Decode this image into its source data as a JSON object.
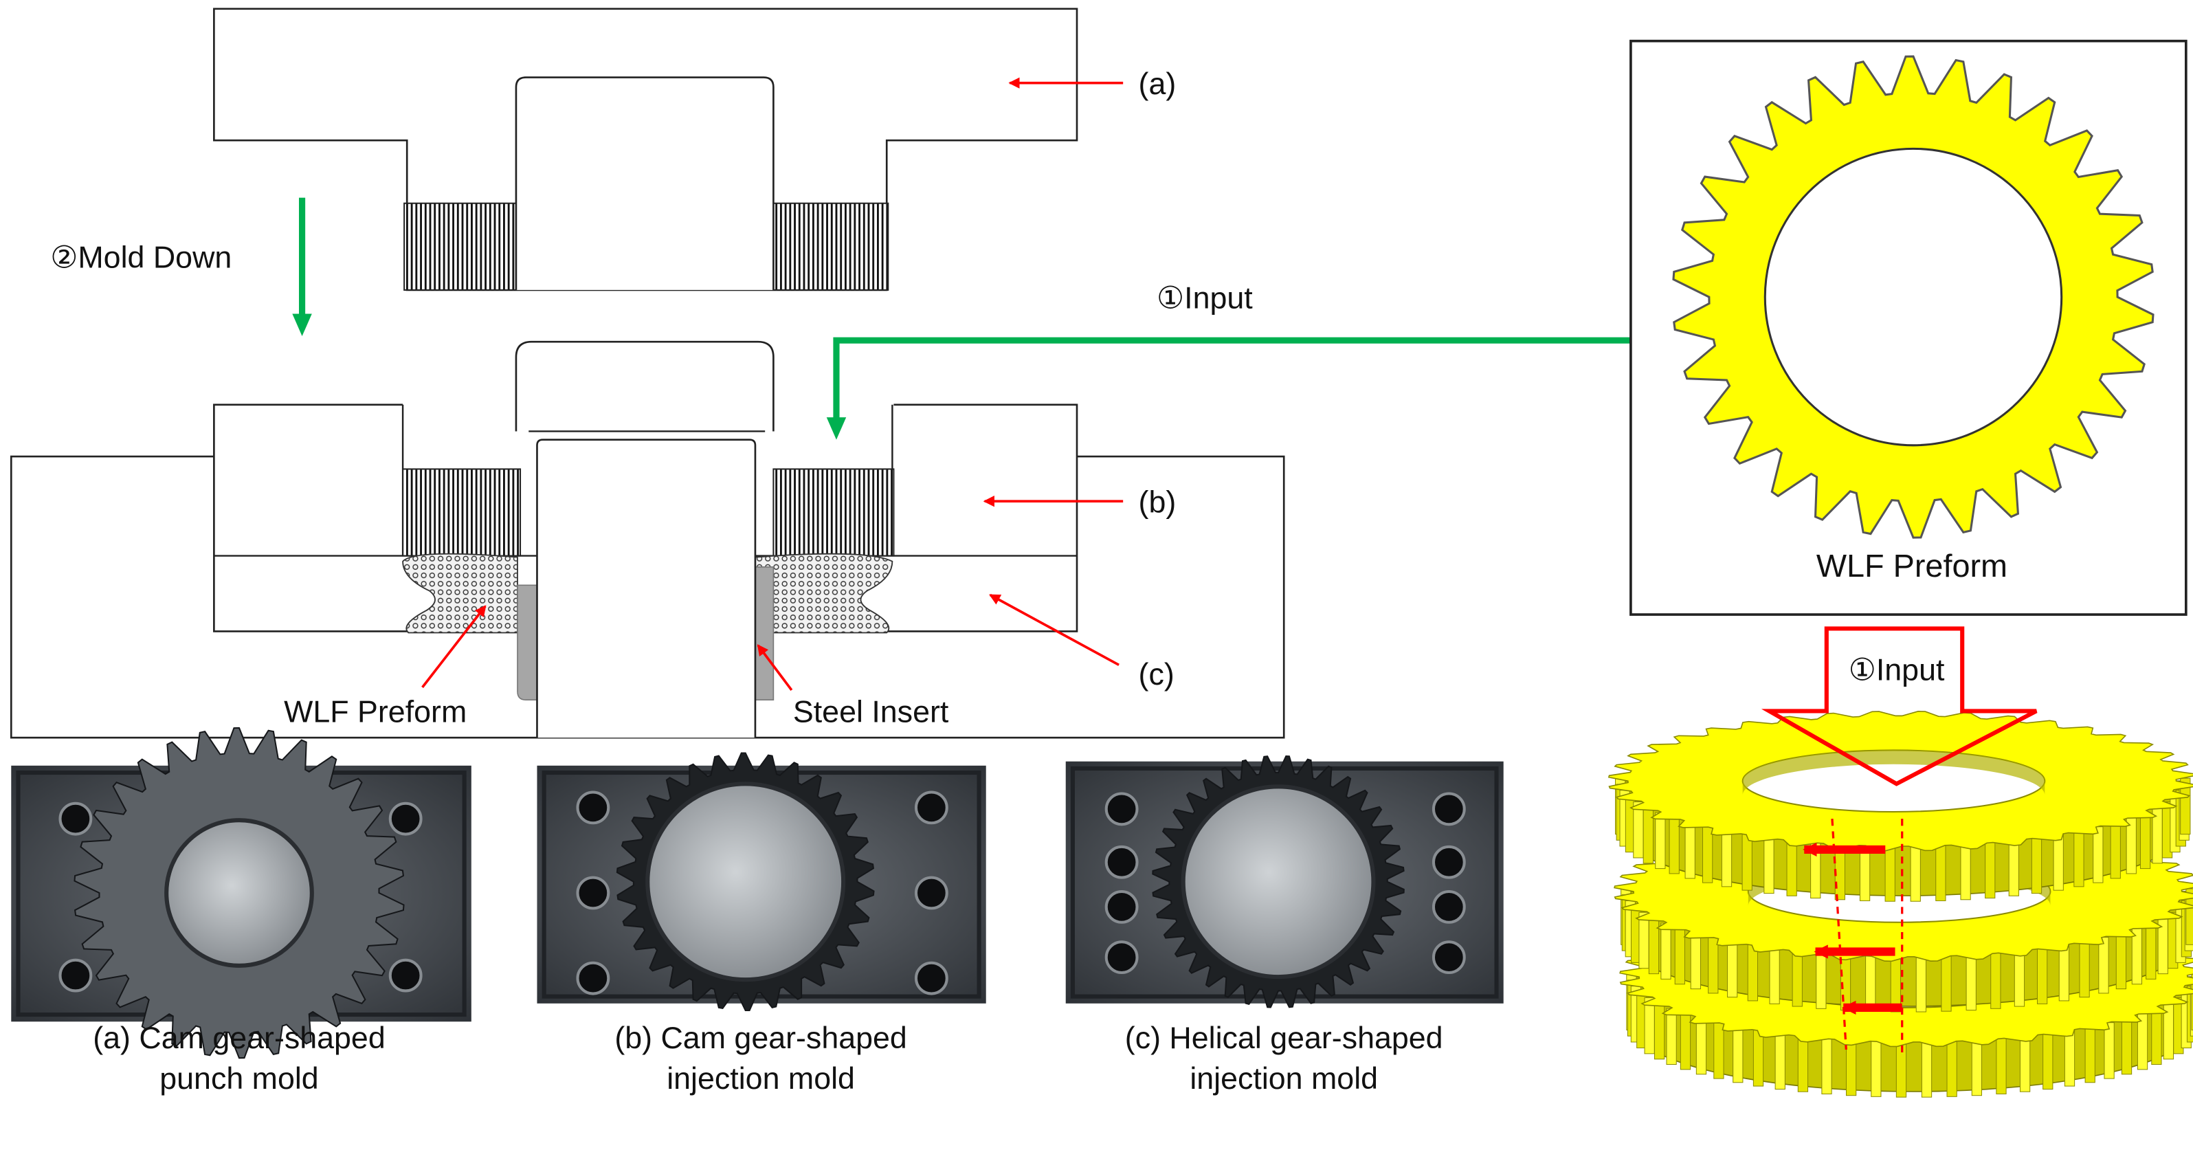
{
  "labels": {
    "part_a": "(a)",
    "part_b": "(b)",
    "part_c": "(c)",
    "mold_down": "②Mold Down",
    "input_top": "①Input",
    "input_3d": "①Input",
    "wlf_preform_section": "WLF Preform",
    "steel_insert": "Steel Insert",
    "wlf_preform_panel": "WLF Preform"
  },
  "photos": [
    {
      "caption_line1": "(a) Cam gear-shaped",
      "caption_line2": "punch mold",
      "gear_teeth": 30,
      "holes": 4
    },
    {
      "caption_line1": "(b) Cam gear-shaped",
      "caption_line2": "injection mold",
      "gear_teeth": 30,
      "holes": 6
    },
    {
      "caption_line1": "(c) Helical gear-shaped",
      "caption_line2": "injection mold",
      "gear_teeth": 36,
      "holes": 8
    }
  ],
  "gear_panel": {
    "teeth": 30
  },
  "colors": {
    "gear_fill": "#ffff00",
    "arrow_red": "#ff0000",
    "arrow_green": "#00b050",
    "insert_gray": "#a6a6a6",
    "metal_dark": "#3a3f45"
  }
}
